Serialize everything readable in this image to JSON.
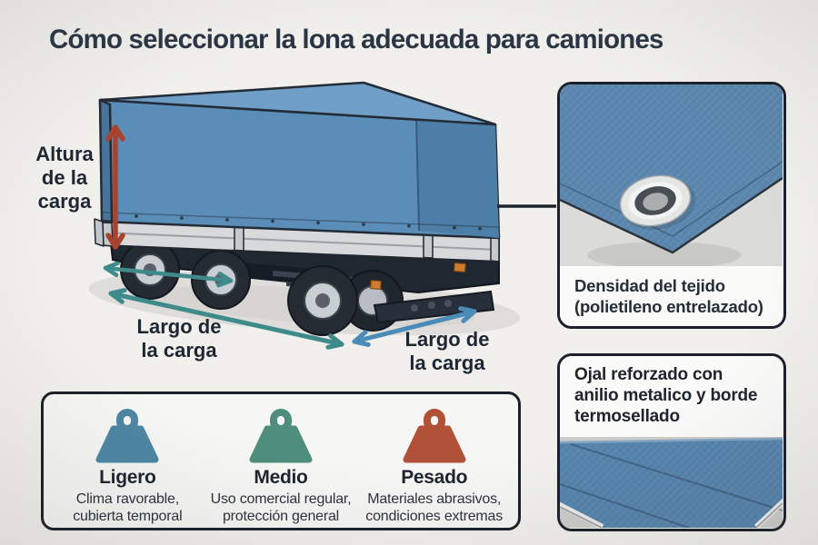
{
  "title": "Cómo seleccionar la lona adecuada para camiones",
  "diagram": {
    "height_label": {
      "lines": [
        "Altura",
        "de la",
        "carga"
      ]
    },
    "length_label_left": {
      "lines": [
        "Largo de",
        "la carga"
      ]
    },
    "length_label_right": {
      "lines": [
        "Largo de",
        "la carga"
      ]
    },
    "arrows": {
      "height_color": "#a7432e",
      "length_left_color": "#3f8a8b",
      "length_right_color": "#4b8bb8"
    },
    "tarp_colors": {
      "top": "#6f9ec6",
      "side": "#5b8db9",
      "rear": "#4d7ea7",
      "front": "#46749c"
    }
  },
  "detail_panels": {
    "fabric": {
      "caption_lines": [
        "Densidad del tejido",
        "(polietileno entrelazado)"
      ]
    },
    "grommet": {
      "caption_lines": [
        "Ojal reforzado con",
        "anilio metalico y borde",
        "termosellado"
      ]
    }
  },
  "duty_levels": {
    "items": [
      {
        "name": "Ligero",
        "desc_lines": [
          "Clima ravorable,",
          "cubierta temporal"
        ],
        "color": "#4d86a4"
      },
      {
        "name": "Medio",
        "desc_lines": [
          "Uso comercial regular,",
          "protección general"
        ],
        "color": "#4f8d7d"
      },
      {
        "name": "Pesado",
        "desc_lines": [
          "Materiales abrasivos,",
          "condiciones extremas"
        ],
        "color": "#b05138"
      }
    ]
  }
}
